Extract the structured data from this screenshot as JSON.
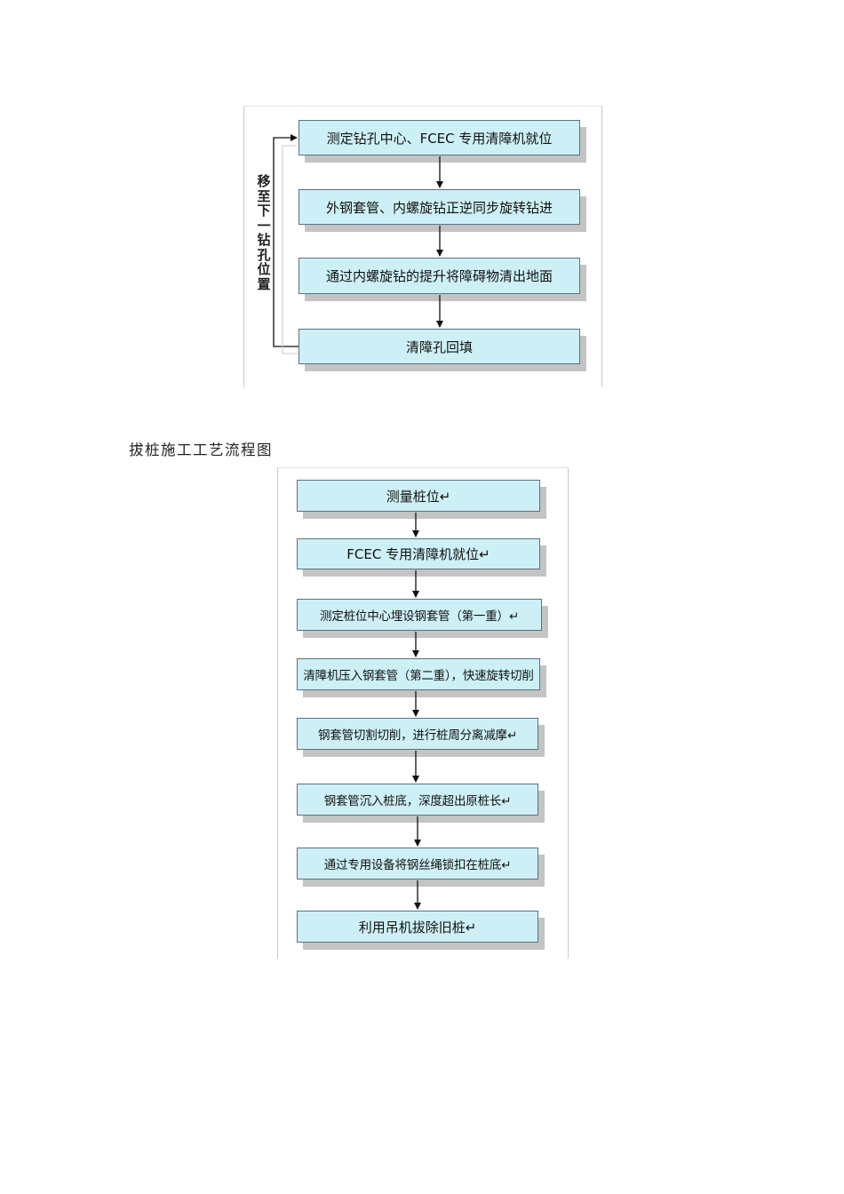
{
  "diagram1": {
    "steps": [
      "测定钻孔中心、FCEC 专用清障机就位",
      "外钢套管、内螺旋钻正逆同步旋转钻进",
      "通过内螺旋钻的提升将障碍物清出地面",
      "清障孔回填"
    ],
    "loop_label": "移至下一钻孔位置"
  },
  "caption": "拔桩施工工艺流程图",
  "diagram2": {
    "steps": [
      "测量桩位↵",
      "FCEC 专用清障机就位↵",
      "测定桩位中心埋设钢套管（第一重）↵",
      "清障机压入钢套管（第二重），快速旋转切削",
      "钢套管切割切削，进行桩周分离减摩↵",
      "钢套管沉入桩底，深度超出原桩长↵",
      "通过专用设备将钢丝绳锁扣在桩底↵",
      "利用吊机拔除旧桩↵"
    ]
  }
}
